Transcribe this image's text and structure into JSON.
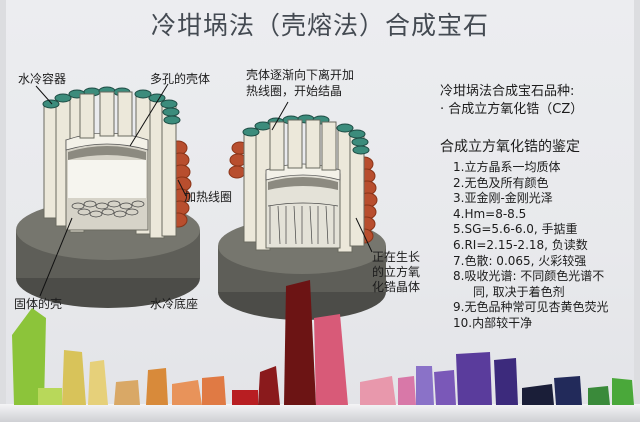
{
  "title": "冷坩埚法（壳熔法）合成宝石",
  "labels": {
    "water_vessel": "水冷容器",
    "porous_shell": "多孔的壳体",
    "shell_moving": [
      "壳体逐渐向下离开加",
      "热线圈，开始结晶"
    ],
    "heating_coil": "加热线圈",
    "solid_shell": "固体的壳",
    "water_base": "水冷底座",
    "growing_crystal": [
      "正在生长",
      "的立方氧",
      "化锆晶体"
    ]
  },
  "varieties": {
    "heading": "冷坩埚法合成宝石品种:",
    "item": "· 合成立方氧化锆（CZ）"
  },
  "identification": {
    "heading": "合成立方氧化锆的鉴定",
    "items": [
      "1.立方晶系一均质体",
      "2.无色及所有颜色",
      "3.亚金刚-金刚光泽",
      "4.Hm=8-8.5",
      "5.SG=5.6-6.0, 手掂重",
      "6.RI=2.15-2.18, 负读数",
      "7.色散: 0.065, 火彩较强",
      "8.吸收光谱: 不同颜色光谱不",
      "同, 取决于着色剂",
      "9.无色品种常可见杏黄色荧光",
      "10.内部较干净"
    ]
  },
  "colors": {
    "tube": "#ece8da",
    "tube_cap": "#3c8c7c",
    "coil": "#b84e2e",
    "base": "#5e5e58",
    "text": "#1c1c1c"
  }
}
